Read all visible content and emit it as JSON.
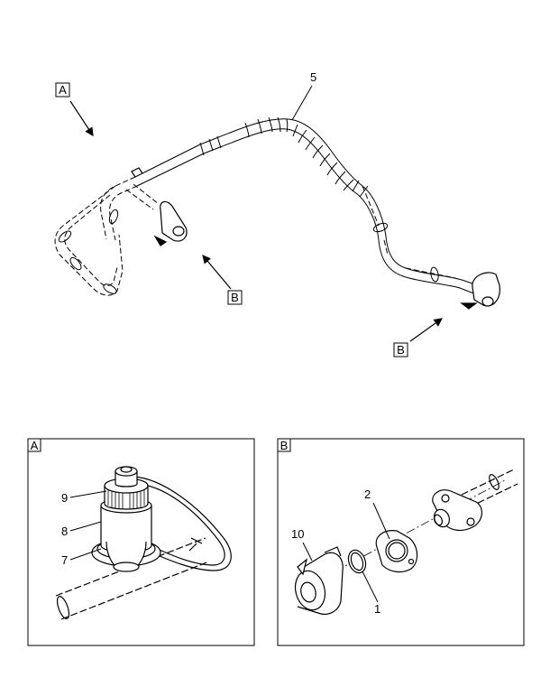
{
  "main_view": {
    "view_labels": [
      "A",
      "B",
      "B"
    ],
    "part_label": "5"
  },
  "detail_a": {
    "title": "A",
    "callouts": [
      "9",
      "8",
      "7"
    ]
  },
  "detail_b": {
    "title": "B",
    "callouts": [
      "2",
      "10",
      "1"
    ]
  }
}
